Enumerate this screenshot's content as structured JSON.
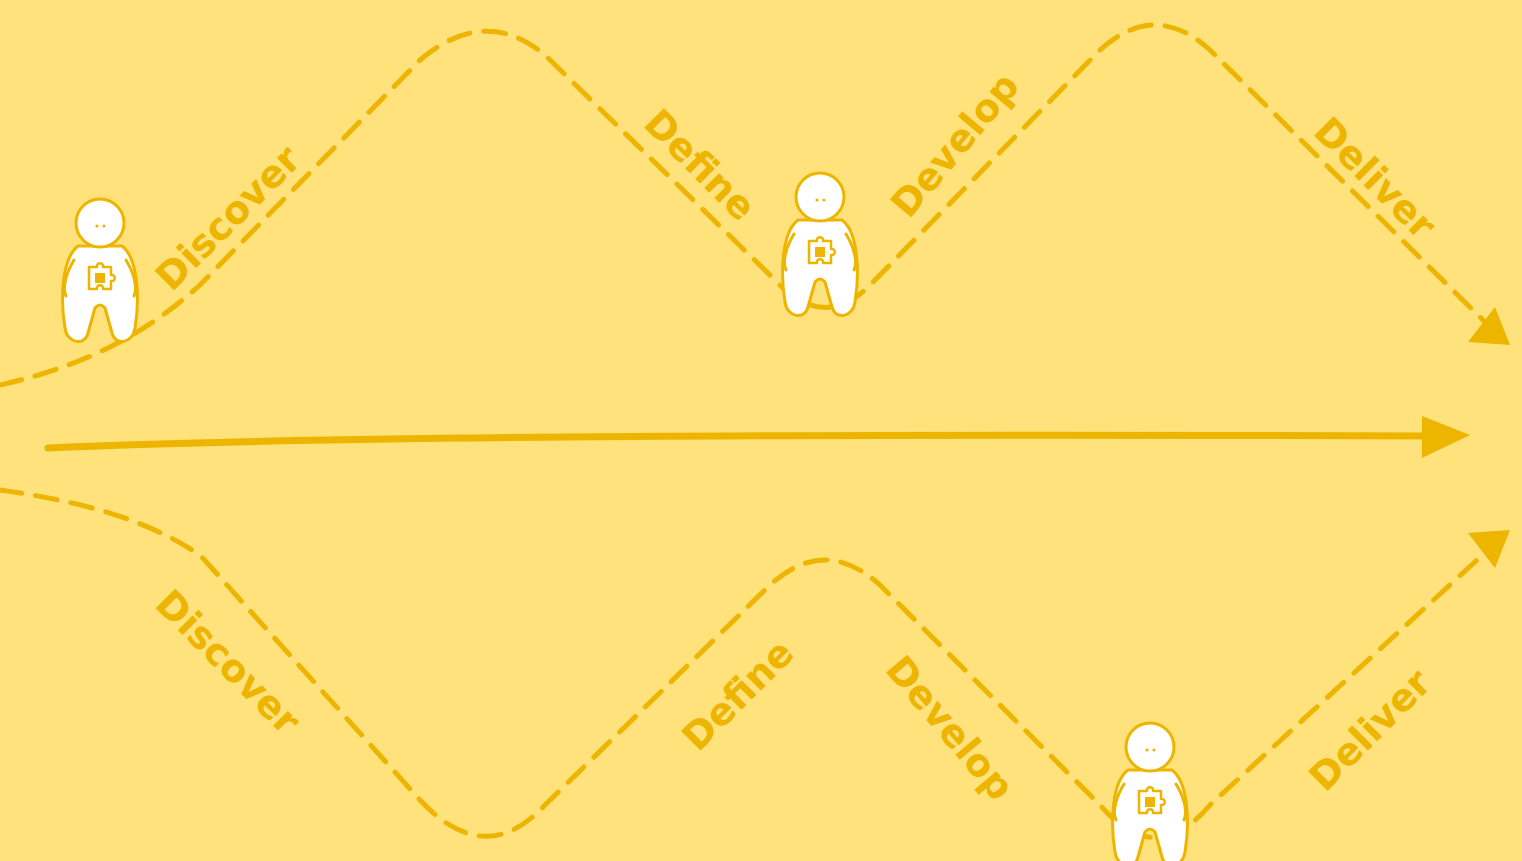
{
  "diagram": {
    "labels": [
      "Discover",
      "Define",
      "Develop",
      "Deliver",
      "Discover",
      "Define",
      "Develop",
      "Deliver"
    ]
  }
}
